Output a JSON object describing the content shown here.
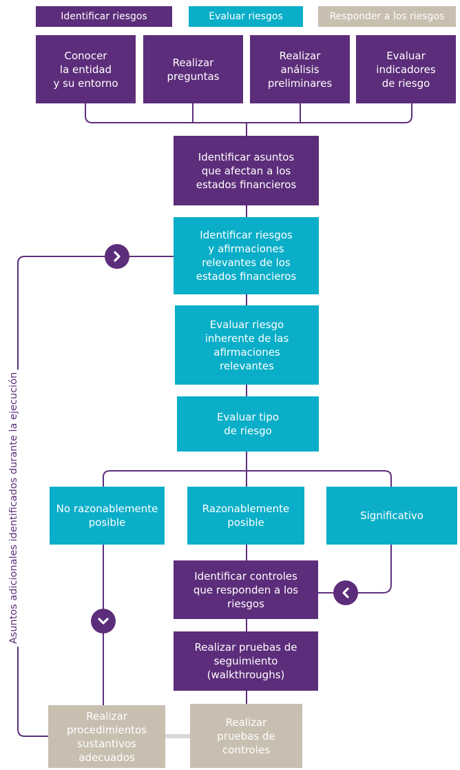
{
  "legend": {
    "identify": "Identificar riesgos",
    "evaluate": "Evaluar riesgos",
    "respond": "Responder a los riesgos"
  },
  "steps": {
    "know_entity": "Conocer\nla entidad\ny su entorno",
    "ask_questions": "Realizar\npreguntas",
    "preliminary_analysis": "Realizar\nanálisis\npreliminares",
    "risk_indicators": "Evaluar\nindicadores\nde riesgo",
    "identify_matters": "Identificar asuntos\nque afectan a los\nestados financieros",
    "identify_risks": "Identificar riesgos\ny afirmaciones\nrelevantes de los\nestados financieros",
    "inherent_risk": "Evaluar riesgo\ninherente de las\nafirmaciones\nrelevantes",
    "risk_type": "Evaluar tipo\nde riesgo",
    "not_reasonably_possible": "No razonablemente\nposible",
    "reasonably_possible": "Razonablemente\nposible",
    "significant": "Significativo",
    "identify_controls": "Identificar controles\nque responden a los\nriesgos",
    "walkthroughs": "Realizar pruebas de\nseguimiento\n(walkthroughs)",
    "substantive_procedures": "Realizar\nprocedimientos\nsustantivos\nadecuados",
    "control_tests": "Realizar\npruebas de\ncontroles"
  },
  "side_label": "Asuntos adicionales identificados durante la ejecución",
  "icons": {
    "arrow_right": "chevron-right-icon",
    "arrow_left": "chevron-left-icon",
    "arrow_down": "chevron-down-icon"
  },
  "colors": {
    "identify": "#5c2d7a",
    "evaluate": "#0aaec8",
    "respond": "#c8bfb0"
  }
}
